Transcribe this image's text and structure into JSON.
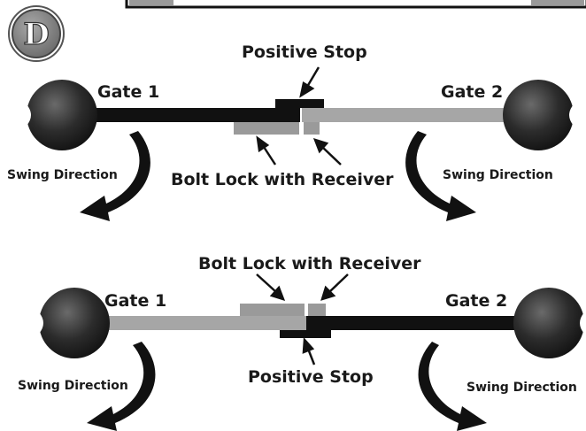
{
  "badge": {
    "letter": "D"
  },
  "top_diagram": {
    "gate_left_label": "Gate 1",
    "gate_right_label": "Gate 2",
    "positive_stop_label": "Positive Stop",
    "bolt_lock_label": "Bolt Lock with Receiver",
    "swing_left_label": "Swing Direction",
    "swing_right_label": "Swing Direction"
  },
  "bottom_diagram": {
    "gate_left_label": "Gate 1",
    "gate_right_label": "Gate 2",
    "positive_stop_label": "Positive Stop",
    "bolt_lock_label": "Bolt Lock with Receiver",
    "swing_left_label": "Swing Direction",
    "swing_right_label": "Swing Direction"
  },
  "colors": {
    "dark_gate": "#111111",
    "light_gate": "#a6a6a6",
    "hinge_post": "#2a2a2a",
    "badge": "#7d7d7d"
  }
}
